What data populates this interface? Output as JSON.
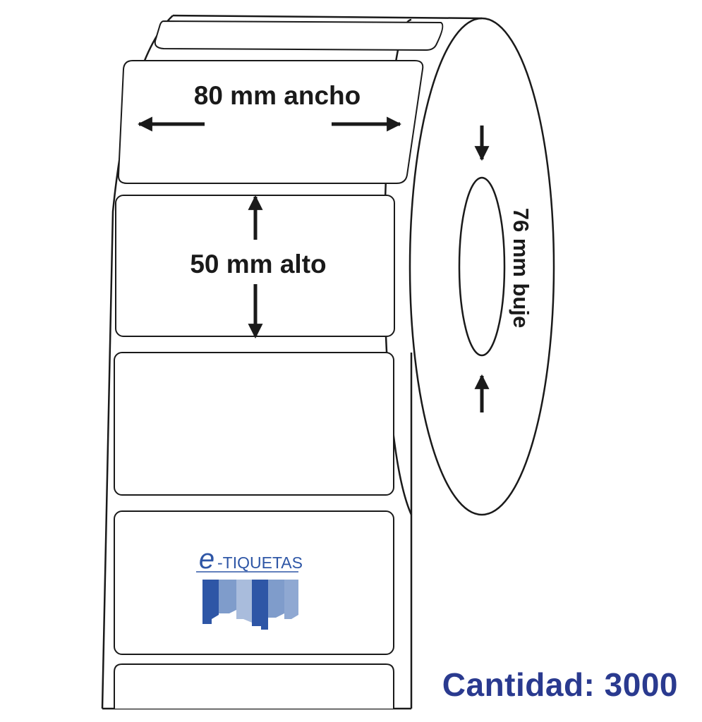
{
  "labels": {
    "width": "80 mm ancho",
    "height": "50 mm alto",
    "core": "76 mm buje",
    "quantity": "Cantidad: 3000"
  },
  "logo": {
    "e": "e",
    "name": "-TIQUETAS",
    "colors": [
      "#2e56a6",
      "#7f9ccb",
      "#a9bcdc",
      "#4a6fb5",
      "#8fa8d2"
    ]
  },
  "colors": {
    "outline": "#1a1a1a",
    "quantity_text": "#2a3a8f",
    "brand": "#2e56a6"
  },
  "icons": [
    "arrow-left-icon",
    "arrow-right-icon",
    "arrow-up-icon",
    "arrow-down-icon"
  ]
}
